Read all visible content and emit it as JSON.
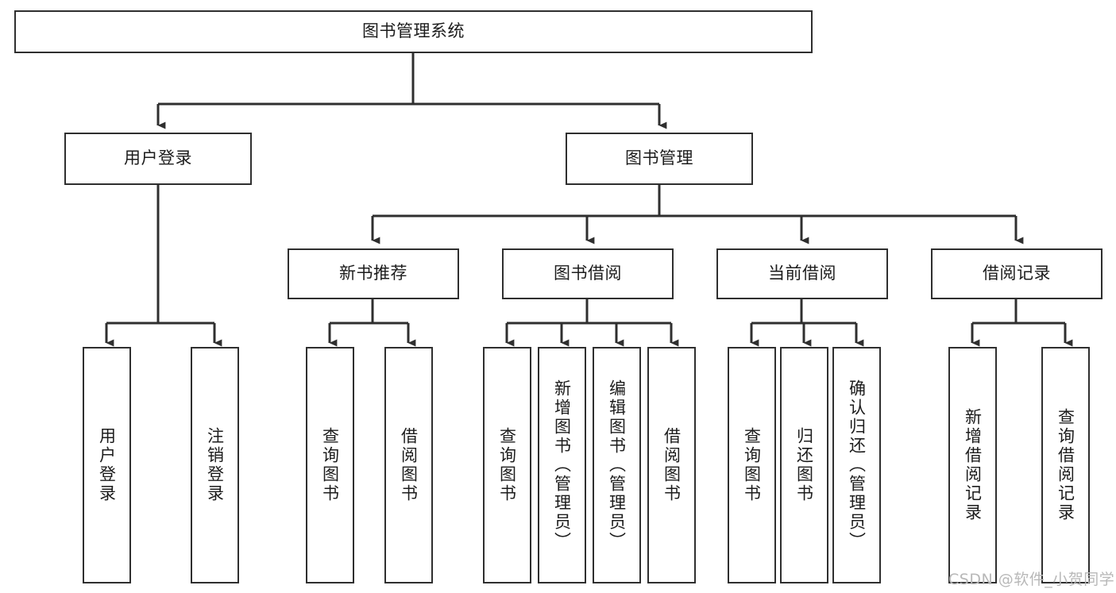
{
  "diagram": {
    "type": "tree-hierarchy",
    "title": "图书管理系统",
    "watermark": "CSDN @软件_小贺同学",
    "colors": {
      "stroke": "#2f2f2f",
      "fill": "#ffffff",
      "text": "#1c1c1c",
      "watermark": "#b8b8b8"
    },
    "nodes": {
      "root": {
        "label": "图书管理系统",
        "level": 1,
        "orientation": "horizontal"
      },
      "l2": [
        {
          "id": "user-login",
          "label": "用户登录",
          "orientation": "horizontal"
        },
        {
          "id": "book-manage",
          "label": "图书管理",
          "orientation": "horizontal"
        }
      ],
      "l3": [
        {
          "id": "new-book-recommend",
          "label": "新书推荐",
          "orientation": "horizontal",
          "parent": "book-manage"
        },
        {
          "id": "book-borrow",
          "label": "图书借阅",
          "orientation": "horizontal",
          "parent": "book-manage"
        },
        {
          "id": "current-borrow",
          "label": "当前借阅",
          "orientation": "horizontal",
          "parent": "book-manage"
        },
        {
          "id": "borrow-record",
          "label": "借阅记录",
          "orientation": "horizontal",
          "parent": "book-manage"
        }
      ],
      "leaves": [
        {
          "id": "leaf-user-login",
          "label": "用户登录",
          "orientation": "vertical",
          "parent": "user-login"
        },
        {
          "id": "leaf-user-logout",
          "label": "注销登录",
          "orientation": "vertical",
          "parent": "user-login"
        },
        {
          "id": "leaf-query-book-1",
          "label": "查询图书",
          "orientation": "vertical",
          "parent": "new-book-recommend"
        },
        {
          "id": "leaf-borrow-book-1",
          "label": "借阅图书",
          "orientation": "vertical",
          "parent": "new-book-recommend"
        },
        {
          "id": "leaf-query-book-2",
          "label": "查询图书",
          "orientation": "vertical",
          "parent": "book-borrow"
        },
        {
          "id": "leaf-add-book",
          "label": "新增图书（管理员）",
          "orientation": "vertical",
          "parent": "book-borrow"
        },
        {
          "id": "leaf-edit-book",
          "label": "编辑图书（管理员）",
          "orientation": "vertical",
          "parent": "book-borrow"
        },
        {
          "id": "leaf-borrow-book-2",
          "label": "借阅图书",
          "orientation": "vertical",
          "parent": "book-borrow"
        },
        {
          "id": "leaf-query-book-3",
          "label": "查询图书",
          "orientation": "vertical",
          "parent": "current-borrow"
        },
        {
          "id": "leaf-return-book",
          "label": "归还图书",
          "orientation": "vertical",
          "parent": "current-borrow"
        },
        {
          "id": "leaf-confirm-return",
          "label": "确认归还（管理员）",
          "orientation": "vertical",
          "parent": "current-borrow"
        },
        {
          "id": "leaf-add-record",
          "label": "新增借阅记录",
          "orientation": "vertical",
          "parent": "borrow-record"
        },
        {
          "id": "leaf-query-record",
          "label": "查询借阅记录",
          "orientation": "vertical",
          "parent": "borrow-record"
        }
      ]
    }
  }
}
